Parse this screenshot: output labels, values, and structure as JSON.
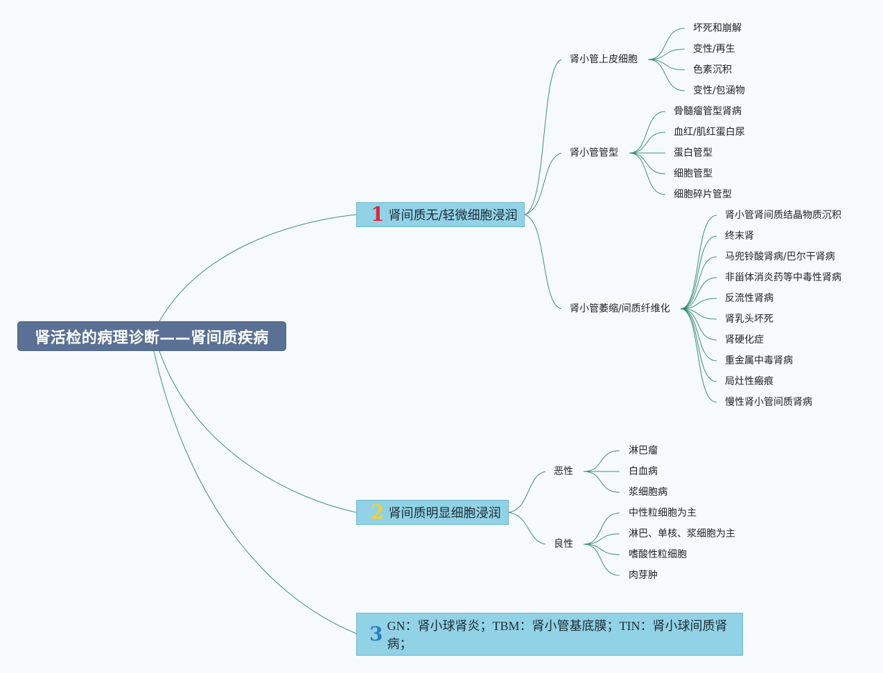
{
  "title": "肾活检的病理诊断——肾间质疾病",
  "colors": {
    "root_bg": "#5a7094",
    "branch_bg": "#92d2e6",
    "connector": "#3e8e72",
    "num1": "#d8283c",
    "num2": "#f2cf3a",
    "num3": "#2b7ec2"
  },
  "branches": [
    {
      "number": "1",
      "label": "肾间质无/轻微细胞浸润",
      "groups": [
        {
          "label": "肾小管上皮细胞",
          "items": [
            "坏死和崩解",
            "变性/再生",
            "色素沉积",
            "变性/包涵物"
          ]
        },
        {
          "label": "肾小管管型",
          "items": [
            "骨髓瘤管型肾病",
            "血红/肌红蛋白尿",
            "蛋白管型",
            "细胞管型",
            "细胞碎片管型"
          ]
        },
        {
          "label": "肾小管萎缩/间质纤维化",
          "items": [
            "肾小管肾间质结晶物质沉积",
            "终末肾",
            "马兜铃酸肾病/巴尔干肾病",
            "非甾体消炎药等中毒性肾病",
            "反流性肾病",
            "肾乳头坏死",
            "肾硬化症",
            "重金属中毒肾病",
            "局灶性瘢痕",
            "慢性肾小管间质肾病"
          ]
        }
      ]
    },
    {
      "number": "2",
      "label": "肾间质明显细胞浸润",
      "groups": [
        {
          "label": "恶性",
          "items": [
            "淋巴瘤",
            "白血病",
            "浆细胞病"
          ]
        },
        {
          "label": "良性",
          "items": [
            "中性粒细胞为主",
            "淋巴、单核、浆细胞为主",
            "嗜酸性粒细胞",
            "肉芽肿"
          ]
        }
      ]
    },
    {
      "number": "3",
      "note": "GN：肾小球肾炎；TBM：肾小管基底膜；TIN：肾小球间质肾病；"
    }
  ]
}
